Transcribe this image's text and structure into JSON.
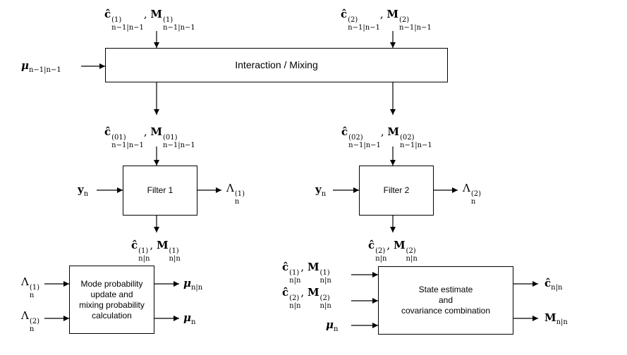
{
  "blocks": {
    "mixing": "Interaction / Mixing",
    "filter1": "Filter 1",
    "filter2": "Filter 2",
    "mode_prob": "Mode probability\nupdate and\nmixing probability\ncalculation",
    "state_est": "State estimate\nand\ncovariance combination"
  },
  "signals": {
    "in1": {
      "c": "ĉ",
      "csup": "(1)",
      "sep": ", ",
      "M": "M",
      "Msup": "(1)",
      "sub": "n−1|n−1"
    },
    "in2": {
      "c": "ĉ",
      "csup": "(2)",
      "sep": ", ",
      "M": "M",
      "Msup": "(2)",
      "sub": "n−1|n−1"
    },
    "mu_prev": {
      "sym": "μ",
      "sub": "n−1|n−1"
    },
    "mix1": {
      "c": "ĉ",
      "csup": "(01)",
      "sep": ", ",
      "M": "M",
      "Msup": "(01)",
      "sub": "n−1|n−1"
    },
    "mix2": {
      "c": "ĉ",
      "csup": "(02)",
      "sep": ", ",
      "M": "M",
      "Msup": "(02)",
      "sub": "n−1|n−1"
    },
    "y1": {
      "sym": "y",
      "sub": "n"
    },
    "y2": {
      "sym": "y",
      "sub": "n"
    },
    "lam1": {
      "sym": "Λ",
      "sup": "(1)",
      "sub": "n"
    },
    "lam2": {
      "sym": "Λ",
      "sup": "(2)",
      "sub": "n"
    },
    "out1": {
      "c": "ĉ",
      "csup": "(1)",
      "sep": ", ",
      "M": "M",
      "Msup": "(1)",
      "sub": "n|n"
    },
    "out2": {
      "c": "ĉ",
      "csup": "(2)",
      "sep": ", ",
      "M": "M",
      "Msup": "(2)",
      "sub": "n|n"
    },
    "lam1_in": {
      "sym": "Λ",
      "sup": "(1)",
      "sub": "n"
    },
    "lam2_in": {
      "sym": "Λ",
      "sup": "(2)",
      "sub": "n"
    },
    "mu_nn": {
      "sym": "μ",
      "sub": "n|n"
    },
    "mu_n": {
      "sym": "μ",
      "sub": "n"
    },
    "comb_in1": {
      "c": "ĉ",
      "csup": "(1)",
      "sep": ", ",
      "M": "M",
      "Msup": "(1)",
      "sub": "n|n"
    },
    "comb_in2": {
      "c": "ĉ",
      "csup": "(2)",
      "sep": ", ",
      "M": "M",
      "Msup": "(2)",
      "sub": "n|n"
    },
    "mu_n_in": {
      "sym": "μ",
      "sub": "n"
    },
    "c_out": {
      "sym": "ĉ",
      "sub": "n|n"
    },
    "M_out": {
      "sym": "M",
      "sub": "n|n"
    }
  }
}
